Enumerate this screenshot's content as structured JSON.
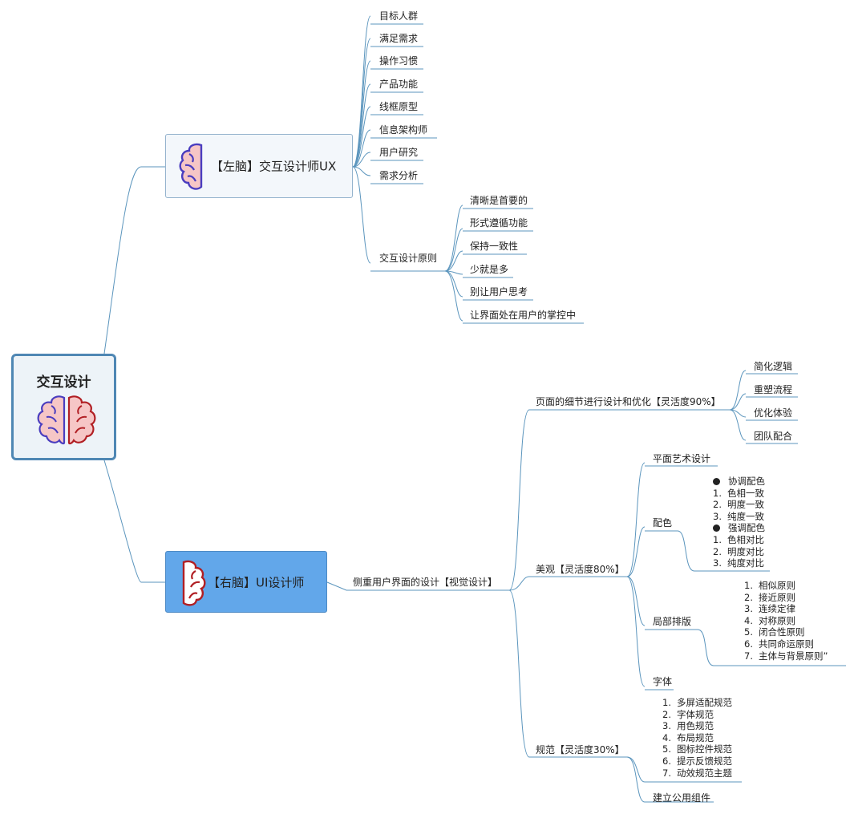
{
  "root": {
    "title": "交互设计"
  },
  "left": {
    "title": "【左脑】交互设计师UX",
    "items": [
      "目标人群",
      "满足需求",
      "操作习惯",
      "产品功能",
      "线框原型",
      "信息架构师",
      "用户研究",
      "需求分析"
    ],
    "principles": {
      "label": "交互设计原则",
      "items": [
        "清晰是首要的",
        "形式遵循功能",
        "保持一致性",
        "少就是多",
        "别让用户思考",
        "让界面处在用户的掌控中"
      ]
    }
  },
  "right": {
    "title": "【右脑】UI设计师",
    "focus": "侧重用户界面的设计【视觉设计】",
    "page_detail": {
      "label": "页面的细节进行设计和优化【灵活度90%】",
      "items": [
        "简化逻辑",
        "重塑流程",
        "优化体验",
        "团队配合"
      ]
    },
    "beauty": {
      "label": "美观【灵活度80%】",
      "art": "平面艺术设计",
      "color": {
        "label": "配色",
        "lines": [
          {
            "marker": "●",
            "text": "协调配色"
          },
          {
            "marker": "1.",
            "text": "色相一致"
          },
          {
            "marker": "2.",
            "text": "明度一致"
          },
          {
            "marker": "3.",
            "text": "纯度一致"
          },
          {
            "marker": "●",
            "text": "强调配色"
          },
          {
            "marker": "1.",
            "text": "色相对比"
          },
          {
            "marker": "2.",
            "text": "明度对比"
          },
          {
            "marker": "3.",
            "text": "纯度对比"
          }
        ]
      },
      "layout": {
        "label": "局部排版",
        "lines": [
          {
            "marker": "1.",
            "text": "相似原则"
          },
          {
            "marker": "2.",
            "text": "接近原则"
          },
          {
            "marker": "3.",
            "text": "连续定律"
          },
          {
            "marker": "4.",
            "text": "对称原则"
          },
          {
            "marker": "5.",
            "text": "闭合性原则"
          },
          {
            "marker": "6.",
            "text": "共同命运原则"
          },
          {
            "marker": "7.",
            "text": "主体与背景原则”"
          }
        ]
      },
      "font": "字体"
    },
    "spec": {
      "label": "规范【灵活度30%】",
      "lines": [
        {
          "marker": "1.",
          "text": "多屏适配规范"
        },
        {
          "marker": "2.",
          "text": "字体规范"
        },
        {
          "marker": "3.",
          "text": "用色规范"
        },
        {
          "marker": "4.",
          "text": "布局规范"
        },
        {
          "marker": "5.",
          "text": "图标控件规范"
        },
        {
          "marker": "6.",
          "text": "提示反馈规范"
        },
        {
          "marker": "7.",
          "text": "动效规范主题"
        }
      ],
      "component": "建立公用组件"
    }
  },
  "colors": {
    "line": "#5b95bd",
    "rootBorder": "#4f87b4",
    "rightBox": "#62a7ea",
    "brainLeft": "#4a3dbf",
    "brainRight": "#b11f24",
    "brainFill": "#f6c6c6"
  },
  "icons": {
    "root": "brain-icon",
    "left": "brain-icon",
    "right": "brain-icon"
  }
}
